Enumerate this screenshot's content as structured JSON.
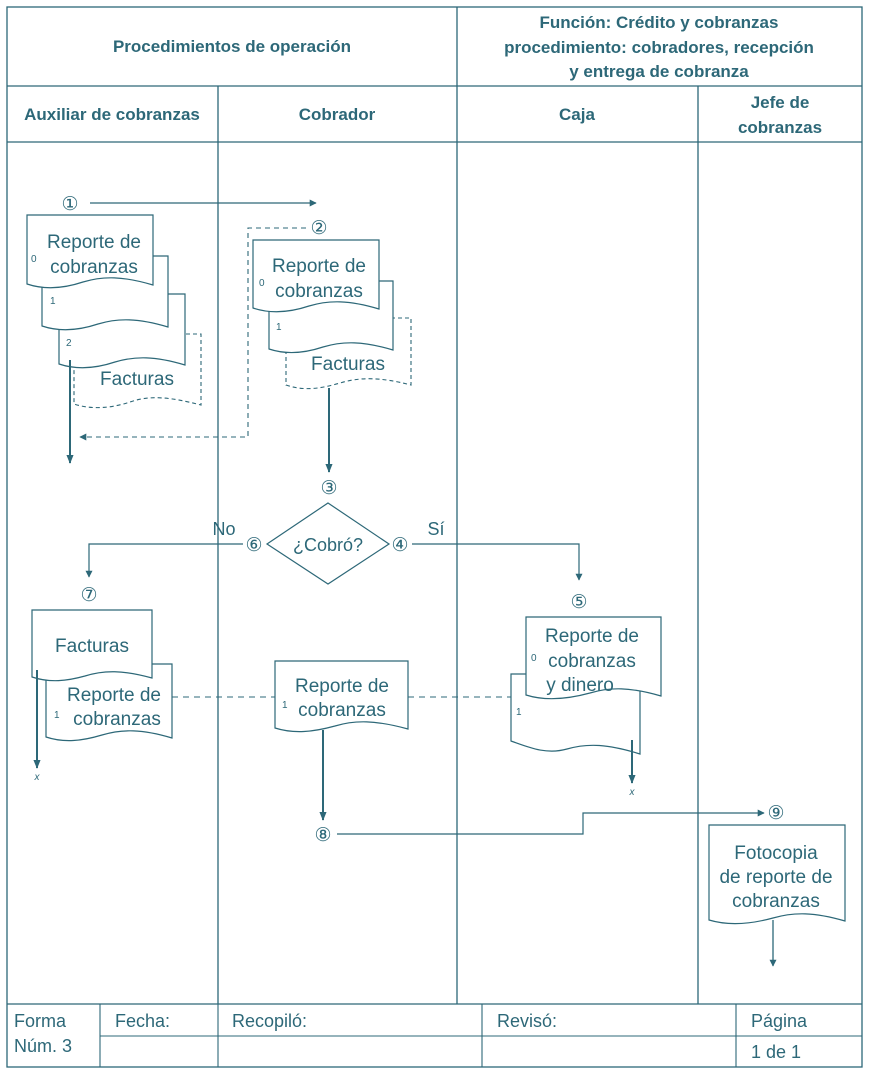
{
  "header": {
    "left_title": "Procedimientos de operación",
    "right_title_lines": [
      "Función: Crédito y cobranzas",
      "procedimiento: cobradores, recepción",
      "y entrega de cobranza"
    ]
  },
  "lanes": [
    {
      "label_lines": [
        "Auxiliar de cobranzas"
      ]
    },
    {
      "label_lines": [
        "Cobrador"
      ]
    },
    {
      "label_lines": [
        "Caja"
      ]
    },
    {
      "label_lines": [
        "Jefe de",
        "cobranzas"
      ]
    }
  ],
  "steps": {
    "s1": "①",
    "s2": "②",
    "s3": "③",
    "s4": "④",
    "s5": "⑤",
    "s6": "⑥",
    "s7": "⑦",
    "s8": "⑧",
    "s9": "⑨"
  },
  "decision": {
    "text": "¿Cobró?",
    "no_label": "No",
    "yes_label": "Sí"
  },
  "documents": {
    "aux_report_lines": [
      "Reporte de",
      "cobranzas"
    ],
    "aux_invoices": "Facturas",
    "cob_report_lines": [
      "Reporte de",
      "cobranzas"
    ],
    "cob_invoices": "Facturas",
    "aux2_invoices": "Facturas",
    "aux2_report_lines": [
      "Reporte de",
      "cobranzas"
    ],
    "cob2_report_lines": [
      "Reporte de",
      "cobranzas"
    ],
    "caja_report_lines": [
      "Reporte de",
      "cobranzas",
      "y dinero"
    ],
    "jefe_copy_lines": [
      "Fotocopia",
      "de reporte de",
      "cobranzas"
    ]
  },
  "copy_numbers": {
    "c0": "0",
    "c1": "1",
    "c2": "2"
  },
  "file_marker": "x",
  "footer": {
    "form_lines": [
      "Forma",
      "Núm. 3"
    ],
    "date_label": "Fecha:",
    "compiled_label": "Recopiló:",
    "reviewed_label": "Revisó:",
    "page_label": "Página",
    "page_value": "1 de 1"
  },
  "colors": {
    "ink": "#2d6878",
    "background": "#ffffff"
  }
}
